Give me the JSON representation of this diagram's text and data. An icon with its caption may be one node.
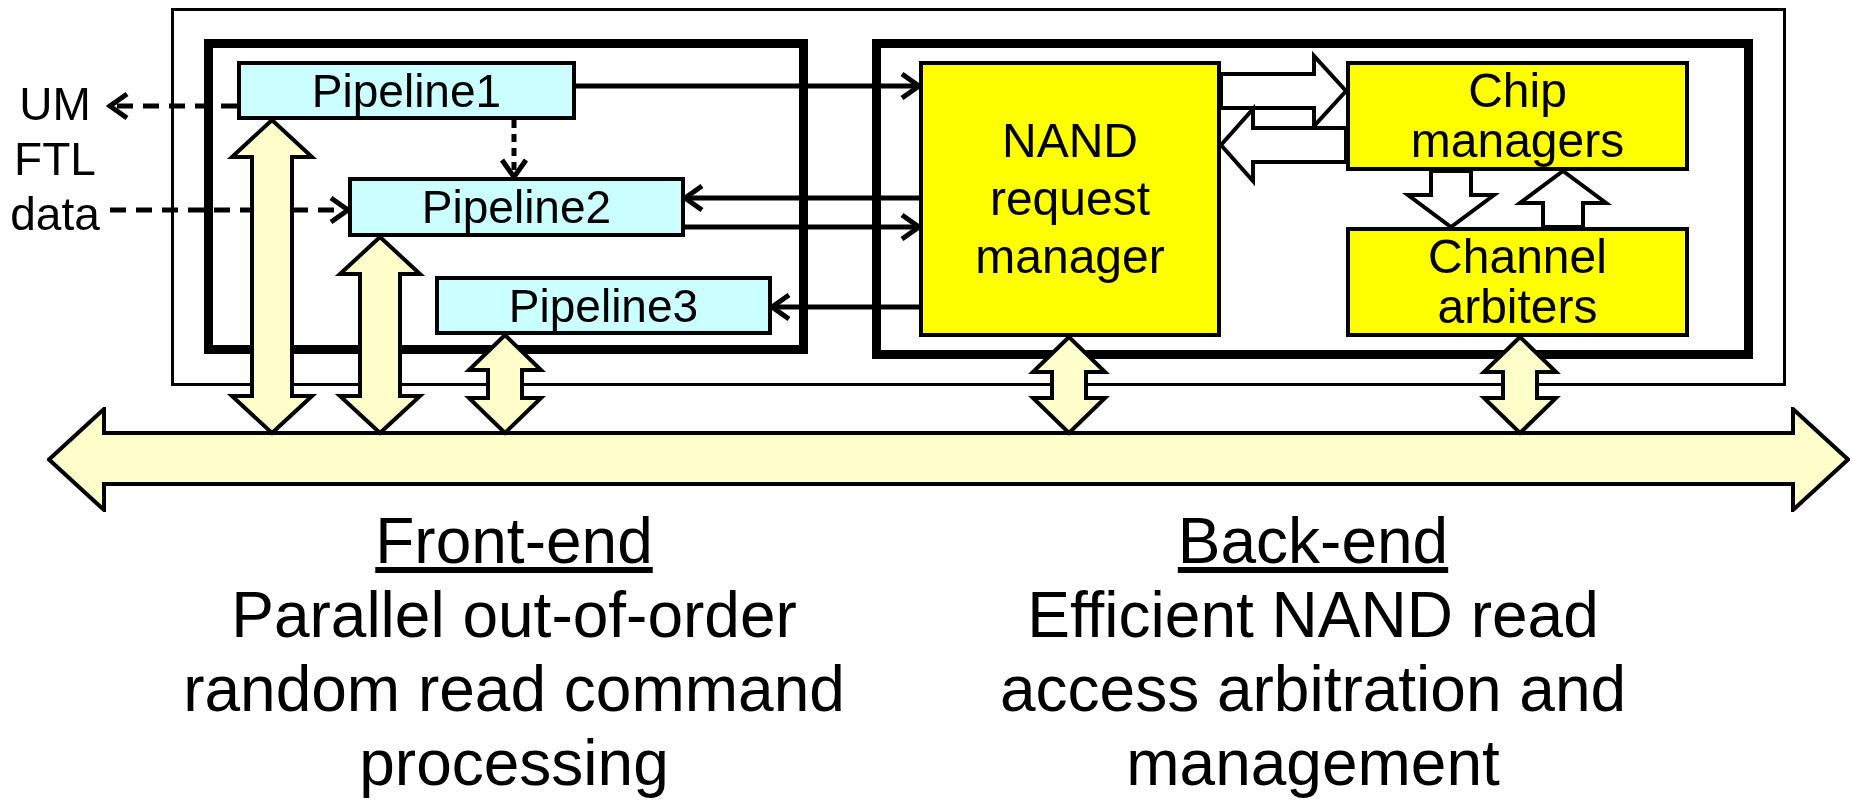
{
  "diagram": {
    "nodes": [
      {
        "text": [],
        "shape": "box"
      },
      {
        "text": [],
        "shape": "box",
        "in": 0
      },
      {
        "text": [
          "Pipeline1"
        ],
        "in": 1
      },
      {
        "text": [
          "Pipeline2"
        ],
        "in": 1
      },
      {
        "text": [
          "Pipeline3"
        ],
        "in": 1
      },
      {
        "text": [],
        "shape": "box",
        "in": 0
      },
      {
        "text": [
          "NAND request manager"
        ],
        "in": 5
      },
      {
        "text": [
          "Chip managers"
        ],
        "in": 5
      },
      {
        "text": [
          "Channel arbiters"
        ],
        "in": 5
      },
      {
        "text": [
          "UM FTL data"
        ]
      },
      {
        "text": [],
        "shape": "arrow"
      }
    ],
    "edges": [
      {
        "from": 2,
        "to": 9,
        "arrow": "to",
        "style": "dashed"
      },
      {
        "from": 9,
        "to": 3,
        "arrow": "to",
        "style": "dashed"
      },
      {
        "from": 2,
        "to": 3,
        "arrow": "to",
        "style": "dashed"
      },
      {
        "from": 2,
        "to": 6,
        "arrow": "to"
      },
      {
        "from": 6,
        "to": 3,
        "arrow": "to"
      },
      {
        "from": 3,
        "to": 6,
        "arrow": "to"
      },
      {
        "from": 6,
        "to": 4,
        "arrow": "to"
      },
      {
        "from": 6,
        "to": 7,
        "arrow": "to",
        "style": "thick",
        "color": "#ffffff"
      },
      {
        "from": 7,
        "to": 6,
        "arrow": "to",
        "style": "thick",
        "color": "#ffffff"
      },
      {
        "from": 7,
        "to": 8,
        "arrow": "to",
        "style": "thick",
        "color": "#ffffff"
      },
      {
        "from": 8,
        "to": 7,
        "arrow": "to",
        "style": "thick",
        "color": "#ffffff"
      },
      {
        "from": 2,
        "to": 10,
        "arrow": "both",
        "style": "thick",
        "color": "#ffffcc"
      },
      {
        "from": 3,
        "to": 10,
        "arrow": "both",
        "style": "thick",
        "color": "#ffffcc"
      },
      {
        "from": 4,
        "to": 10,
        "arrow": "both",
        "style": "thick",
        "color": "#ffffcc"
      },
      {
        "from": 6,
        "to": 10,
        "arrow": "both",
        "style": "thick",
        "color": "#ffffcc"
      },
      {
        "from": 8,
        "to": 10,
        "arrow": "both",
        "style": "thick",
        "color": "#ffffcc"
      }
    ],
    "labels": [
      "Front-end",
      "Parallel out-of-order random read command processing",
      "Back-end",
      "Efficient NAND read access arbitration and management"
    ]
  }
}
